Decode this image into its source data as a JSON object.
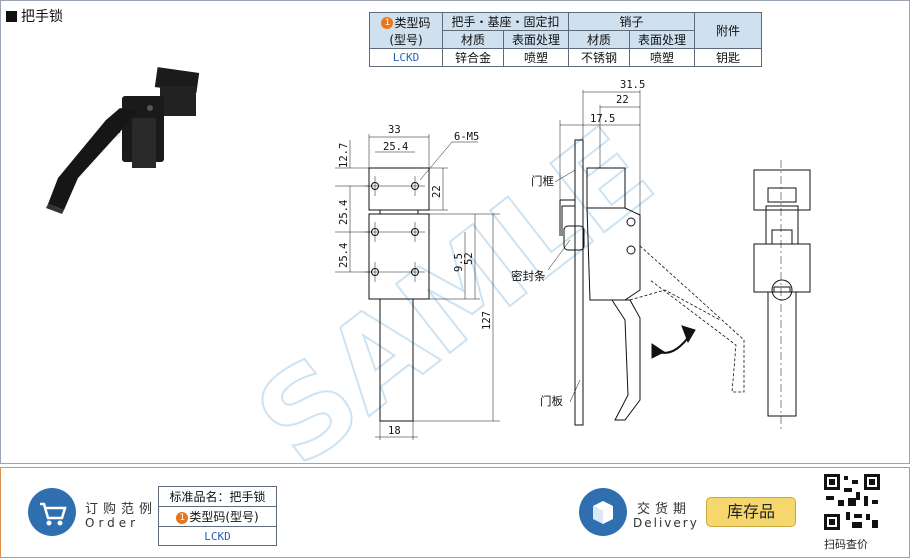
{
  "title": "把手锁",
  "spec_table": {
    "badge": "1",
    "type_code": "类型码",
    "type_code_sub": "(型号)",
    "group_handle": "把手・基座・固定扣",
    "group_pin": "销子",
    "accessory": "附件",
    "material": "材质",
    "surface": "表面处理",
    "material2": "材质",
    "surface2": "表面处理",
    "row_code": "LCKD",
    "row_material": "锌合金",
    "row_surface": "喷塑",
    "row_pin_material": "不锈钢",
    "row_pin_surface": "喷塑",
    "row_accessory": "钥匙"
  },
  "drawing": {
    "front": {
      "d33": "33",
      "d254": "25.4",
      "d6m5": "6-M5",
      "d127a": "12.7",
      "d22": "22",
      "d254a": "25.4",
      "d254b": "25.4",
      "d95": "9.5",
      "d52": "52",
      "d127": "127",
      "d18": "18"
    },
    "side": {
      "d315": "31.5",
      "d22": "22",
      "d175": "17.5",
      "frame": "门框",
      "seal": "密封条",
      "plate": "门板"
    }
  },
  "watermark": "SAMLE",
  "order": {
    "cn": "订购范例",
    "en": "Order",
    "std_name_label": "标准品名：把手锁",
    "badge": "1",
    "type_code": "类型码(型号)",
    "code": "LCKD",
    "delivery_cn": "交货期",
    "delivery_en": "Delivery",
    "stock": "库存品",
    "qr_label": "扫码查价"
  }
}
